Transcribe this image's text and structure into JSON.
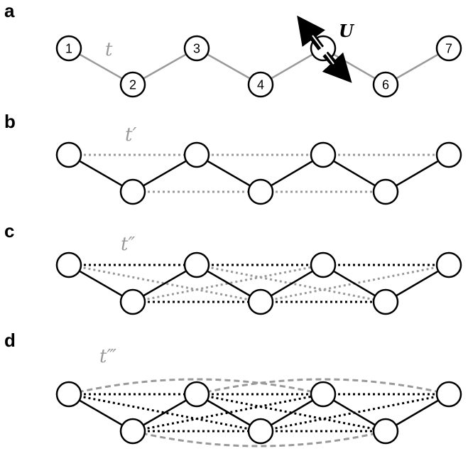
{
  "colors": {
    "strong": "#000000",
    "weak": "#9a9a9a",
    "node_fill": "#ffffff"
  },
  "panels": [
    {
      "letter": "a",
      "hop_label": "t",
      "interaction_label": "U",
      "site_labels": [
        "1",
        "2",
        "3",
        "4",
        "",
        "6",
        "7"
      ]
    },
    {
      "letter": "b",
      "hop_label": "t′"
    },
    {
      "letter": "c",
      "hop_label": "t″"
    },
    {
      "letter": "d",
      "hop_label": "t‴"
    }
  ]
}
